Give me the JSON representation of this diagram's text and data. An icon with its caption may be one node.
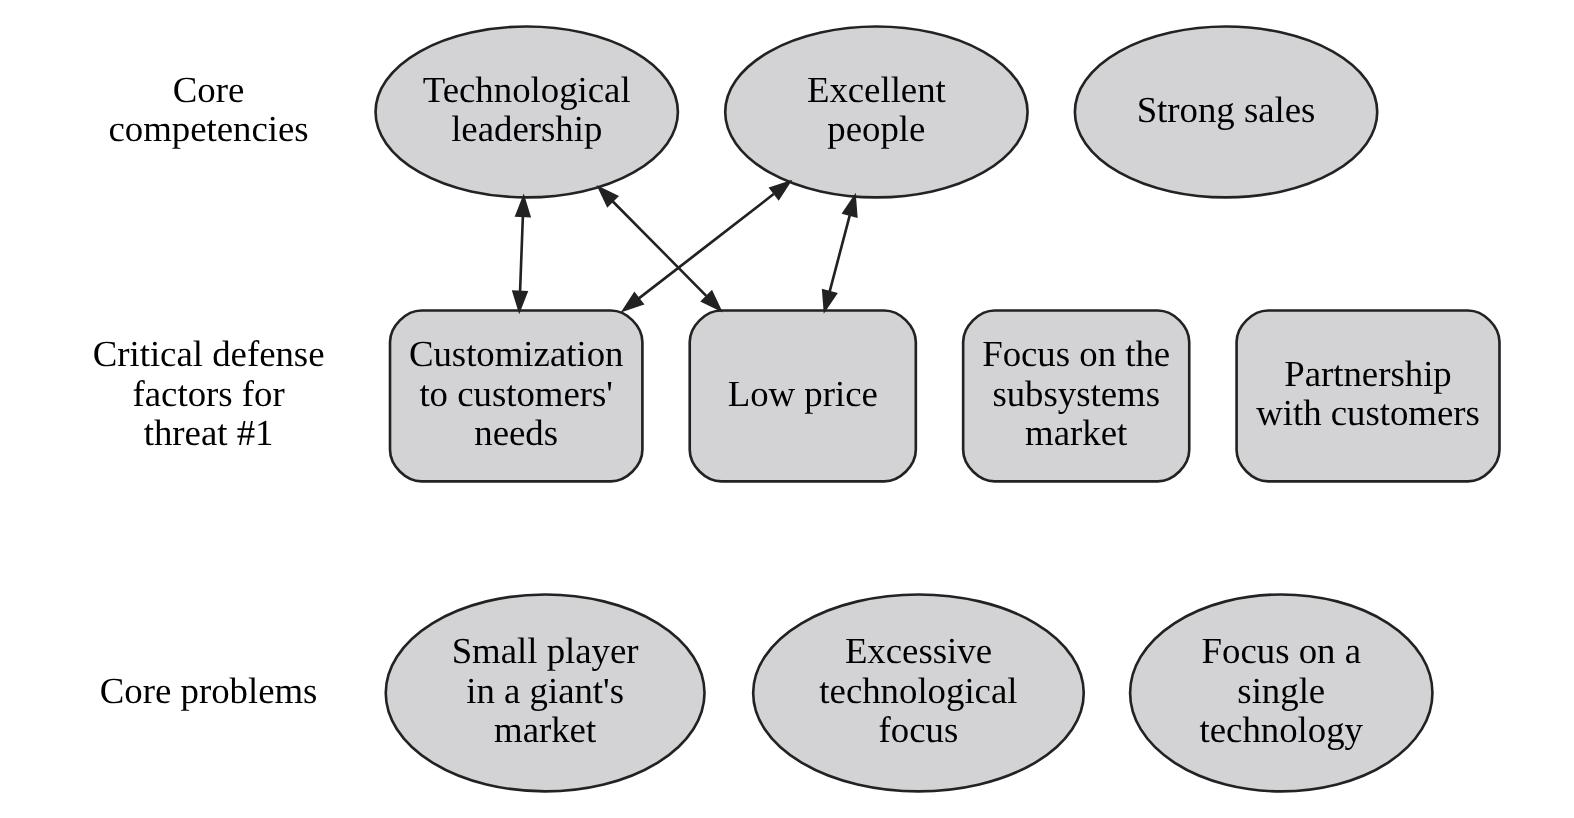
{
  "diagram": {
    "nodes": [
      {
        "text": [
          "Technological leadership"
        ]
      },
      {
        "text": [
          "Excellent people"
        ]
      },
      {
        "text": [
          "Strong sales"
        ]
      },
      {
        "text": [
          "Customization to customers' needs"
        ]
      },
      {
        "text": [
          "Low price"
        ]
      },
      {
        "text": [
          "Focus on the subsystems market"
        ]
      },
      {
        "text": [
          "Partnership with customers"
        ]
      },
      {
        "text": [
          "Small player in a giant's market"
        ]
      },
      {
        "text": [
          "Excessive technological focus"
        ]
      },
      {
        "text": [
          "Focus on a single technology"
        ]
      }
    ],
    "edges": [
      {
        "from": 0,
        "to": 3,
        "arrow": "both"
      },
      {
        "from": 0,
        "to": 4,
        "arrow": "both"
      },
      {
        "from": 1,
        "to": 3,
        "arrow": "both"
      },
      {
        "from": 1,
        "to": 4,
        "arrow": "both"
      }
    ],
    "labels": [
      "Core competencies",
      "Critical defense factors for threat #1",
      "Core problems"
    ]
  }
}
